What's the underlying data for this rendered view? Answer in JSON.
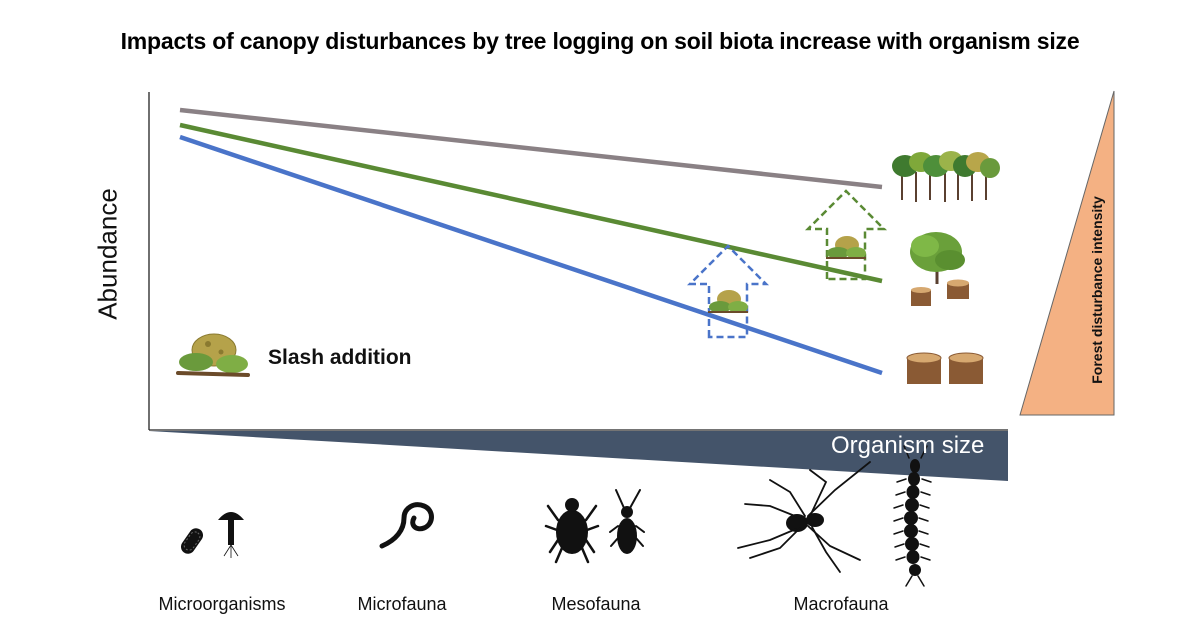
{
  "title": "Impacts of canopy disturbances by tree logging on soil biota increase with organism size",
  "y_axis_label": "Abundance",
  "legend": {
    "slash_label": "Slash addition",
    "slash_icon": "leaf-litter-icon"
  },
  "x_axis_label": "Organism size",
  "disturbance_label": "Forest disturbance intensity",
  "colors": {
    "grey_line": "#8a8185",
    "green_line": "#5a8a34",
    "blue_line": "#4a74c9",
    "size_wedge": "#44546a",
    "disturbance_triangle": "#f4b183",
    "green_arrow": "#5a8a34",
    "blue_arrow": "#4a74c9"
  },
  "lines": [
    {
      "name": "grey",
      "icon": "dense-forest-icon"
    },
    {
      "name": "green",
      "icon": "partially-logged-forest-icon"
    },
    {
      "name": "blue",
      "icon": "tree-stumps-icon"
    }
  ],
  "organism_groups": [
    {
      "label": "Microorganisms",
      "icon": "bacteria-and-fungus-icon"
    },
    {
      "label": "Microfauna",
      "icon": "nematode-icon"
    },
    {
      "label": "Mesofauna",
      "icon": "mite-and-springtail-icon"
    },
    {
      "label": "Macrofauna",
      "icon": "spider-and-centipede-icon"
    }
  ]
}
